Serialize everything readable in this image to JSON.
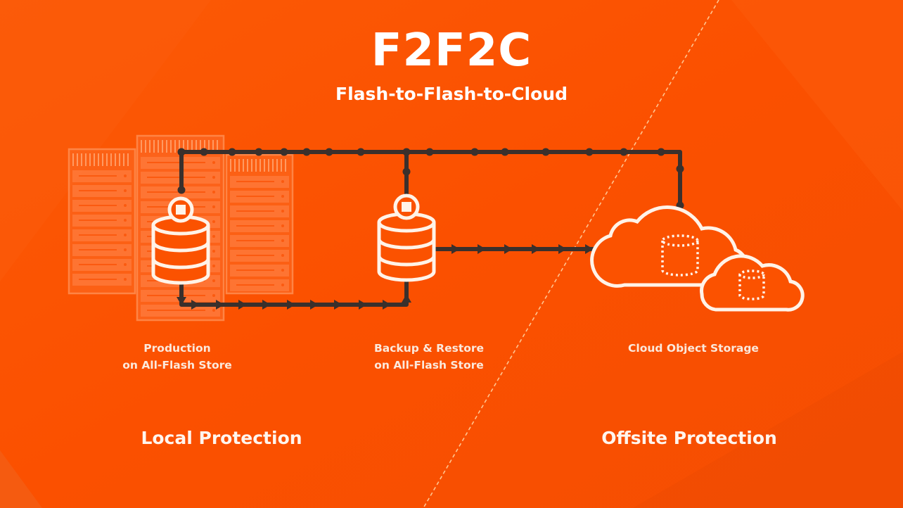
{
  "header": {
    "title": "F2F2C",
    "subtitle": "Flash-to-Flash-to-Cloud"
  },
  "nodes": [
    {
      "id": "production",
      "icon": "database-with-chip-icon",
      "label_line1": "Production",
      "label_line2": "on All-Flash Store"
    },
    {
      "id": "backup",
      "icon": "database-with-chip-icon",
      "label_line1": "Backup & Restore",
      "label_line2": "on All-Flash Store"
    },
    {
      "id": "cloud",
      "icon": "cloud-storage-icon",
      "label_line1": "Cloud Object Storage"
    }
  ],
  "sections": {
    "local": "Local Protection",
    "offsite": "Offsite Protection"
  },
  "connections": [
    {
      "from": "production",
      "to": "cloud",
      "route": "top",
      "style": "dotted-line"
    },
    {
      "from": "backup",
      "to": "top-line",
      "route": "vertical",
      "style": "dotted-line"
    },
    {
      "from": "production",
      "to": "backup",
      "route": "bottom",
      "style": "arrows"
    },
    {
      "from": "backup",
      "to": "cloud",
      "route": "middle",
      "style": "arrows"
    }
  ],
  "colors": {
    "background": "#fb5200",
    "line": "#3a302c",
    "icon_stroke": "#fff3e8",
    "divider": "#ffc590",
    "rack": "#ff8a4d"
  }
}
